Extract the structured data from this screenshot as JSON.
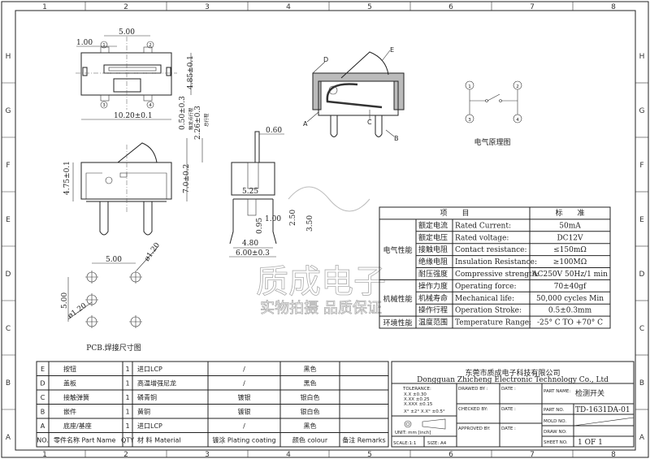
{
  "frame": {
    "columns": [
      "1",
      "2",
      "3",
      "4",
      "5",
      "6",
      "7",
      "8"
    ],
    "rows": [
      "H",
      "G",
      "F",
      "E",
      "D",
      "C",
      "B",
      "A"
    ]
  },
  "top_view": {
    "dims": [
      "5.00",
      "1.00",
      "4.85±0.1",
      "10.20±0.1"
    ],
    "pins": [
      "1",
      "2",
      "3",
      "4"
    ]
  },
  "front_view": {
    "dims": [
      "0.50±0.3",
      "2.26±0.3",
      "4.75±0.1",
      "7.0±0.2"
    ],
    "notes": [
      "触发点行程",
      "总行程"
    ]
  },
  "side_view": {
    "dims": [
      "0.60",
      "5.25",
      "1.00",
      "0.95",
      "2.50",
      "3.50",
      "4.80",
      "6.00±0.3"
    ]
  },
  "pcb": {
    "dims": [
      "5.00",
      "5.00",
      "ø1.20",
      "ø1.20"
    ],
    "caption": "PCB.焊接尺寸图"
  },
  "section_labels": [
    "A",
    "B",
    "C",
    "D",
    "E"
  ],
  "schematic": {
    "pins": [
      "1",
      "2",
      "3",
      "4"
    ],
    "caption": "电气原理图"
  },
  "watermark": {
    "main": "质成电子",
    "sub": "实物拍摄 品质保证"
  },
  "spec_table": {
    "header": [
      "项　　目",
      "标　　准"
    ],
    "groups": [
      {
        "category": "电气性能",
        "rows": [
          {
            "cn": "额定电流",
            "en": "Rated Current:",
            "value": "50mA"
          },
          {
            "cn": "额定电压",
            "en": "Rated voltage:",
            "value": "DC12V"
          },
          {
            "cn": "接触电阻",
            "en": "Contact resistance:",
            "value": "≤150mΩ"
          },
          {
            "cn": "绝缘电阻",
            "en": "Insulation Resistance:",
            "value": "≥100MΩ"
          },
          {
            "cn": "耐压强度",
            "en": "Compressive strength:",
            "value": "AC250V  50Hz/1 min"
          }
        ]
      },
      {
        "category": "机械性能",
        "rows": [
          {
            "cn": "操作力度",
            "en": "Operating force:",
            "value": "70±40gf"
          },
          {
            "cn": "机械寿命",
            "en": "Mechanical life:",
            "value": "50,000 cycles Min"
          },
          {
            "cn": "操作行程",
            "en": "Operation Stroke:",
            "value": "0.5±0.3mm"
          }
        ]
      },
      {
        "category": "环境性能",
        "rows": [
          {
            "cn": "温度范围",
            "en": "Temperature Range:",
            "value": "-25° C TO +70° C"
          }
        ]
      }
    ]
  },
  "bom": {
    "rows": [
      {
        "no": "E",
        "name": "按钮",
        "qty": "1",
        "material": "进口LCP",
        "plating": "/",
        "colour": "黑色",
        "remarks": ""
      },
      {
        "no": "D",
        "name": "盖板",
        "qty": "1",
        "material": "高温增强尼龙",
        "plating": "/",
        "colour": "黑色",
        "remarks": ""
      },
      {
        "no": "C",
        "name": "接触弹簧",
        "qty": "1",
        "material": "磷青铜",
        "plating": "镀银",
        "colour": "银白色",
        "remarks": ""
      },
      {
        "no": "B",
        "name": "嵌件",
        "qty": "1",
        "material": "黄铜",
        "plating": "镀银",
        "colour": "银白色",
        "remarks": ""
      },
      {
        "no": "A",
        "name": "底座/基座",
        "qty": "1",
        "material": "进口LCP",
        "plating": "/",
        "colour": "黑色",
        "remarks": ""
      }
    ],
    "header": {
      "no": "NO.",
      "name": "零件名称 Part Name",
      "qty": "QTY",
      "material": "材 料 Material",
      "plating": "镀涂 Plating coating",
      "colour": "颜色  colour",
      "remarks": "备注 Remarks"
    }
  },
  "title_block": {
    "company_cn": "东莞市质成电子科技有限公司",
    "company_en": "Dongguan Zhicheng Electronic Technology Co., Ltd",
    "tolerance_label": "TOLERANCE:",
    "tolerances": [
      "X.X    ±0.30",
      "X.XX   ±0.25",
      "X.XXX  ±0.15",
      "X° ±2°    X.X° ±0.5°"
    ],
    "unit": "UNIT: mm [inch]",
    "scale": "SCALE:1:1",
    "size": "SIZE: A4",
    "drawn_by": "DRAWED BY :",
    "checked_by": "CHECKED BY:",
    "approved_by": "APPROVED BY:",
    "date": "DATE :",
    "part_name_label": "PART NAME:",
    "part_name": "检测开关",
    "part_no_label": "PART NO.",
    "part_no": "TD-1631DA-01",
    "mold_no_label": "MOLD NO.",
    "draw_no_label": "DRAW NO:",
    "sheet_no_label": "SHEET NO.",
    "sheet_no": "1 OF 1"
  }
}
